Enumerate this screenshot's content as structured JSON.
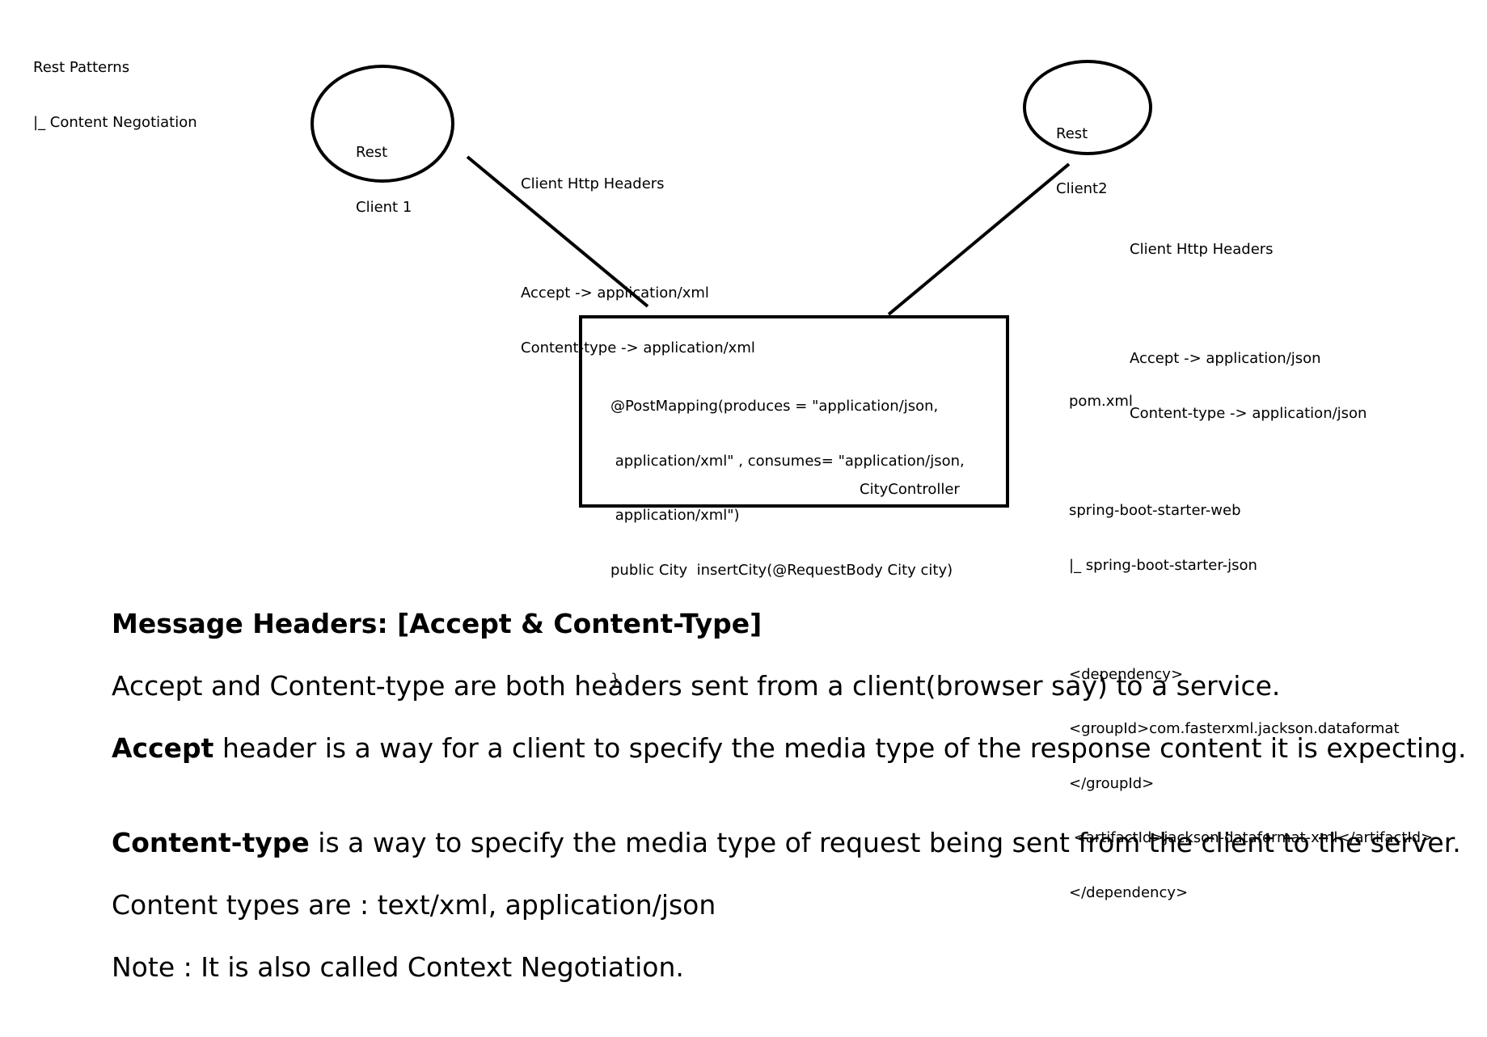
{
  "header": {
    "line1": "Rest Patterns",
    "line2": "|_ Content Negotiation"
  },
  "client1": {
    "line1": "Rest",
    "line2": "Client 1"
  },
  "client2": {
    "line1": "Rest",
    "line2": "Client2"
  },
  "client1_headers": {
    "title": "Client Http Headers",
    "accept": "Accept -> application/xml",
    "content_type": "Content-type -> application/xml"
  },
  "client2_headers": {
    "title": "Client Http Headers",
    "accept": "Accept -> application/json",
    "content_type": "Content-type -> application/json"
  },
  "controller": {
    "code_lines": [
      "@PostMapping(produces = \"application/json,",
      " application/xml\" , consumes= \"application/json,",
      " application/xml\")",
      "public City  insertCity(@RequestBody City city)",
      "{",
      "}"
    ],
    "name": "CityController"
  },
  "pom": {
    "title": "pom.xml",
    "lines": [
      "spring-boot-starter-web",
      "|_ spring-boot-starter-json",
      "",
      "<dependency>",
      "<groupId>com.fasterxml.jackson.dataformat",
      "</groupId>",
      " <artifactId>jackson-dataformat-xml</artifactId>",
      "</dependency>"
    ]
  },
  "notes": {
    "heading": "Message Headers: [Accept & Content-Type]",
    "p1": "Accept and Content-type are both headers sent from a client(browser say) to a service.",
    "p2_bold": "Accept",
    "p2_rest": " header is a way for a client to specify the media type of the response content it is expecting.",
    "p3_bold": "Content-type",
    "p3_rest": " is a way to specify the media type of request being sent from the client to the server.",
    "p4": "Content types are : text/xml,  application/json",
    "p5": "Note : It is also called Context Negotiation."
  }
}
